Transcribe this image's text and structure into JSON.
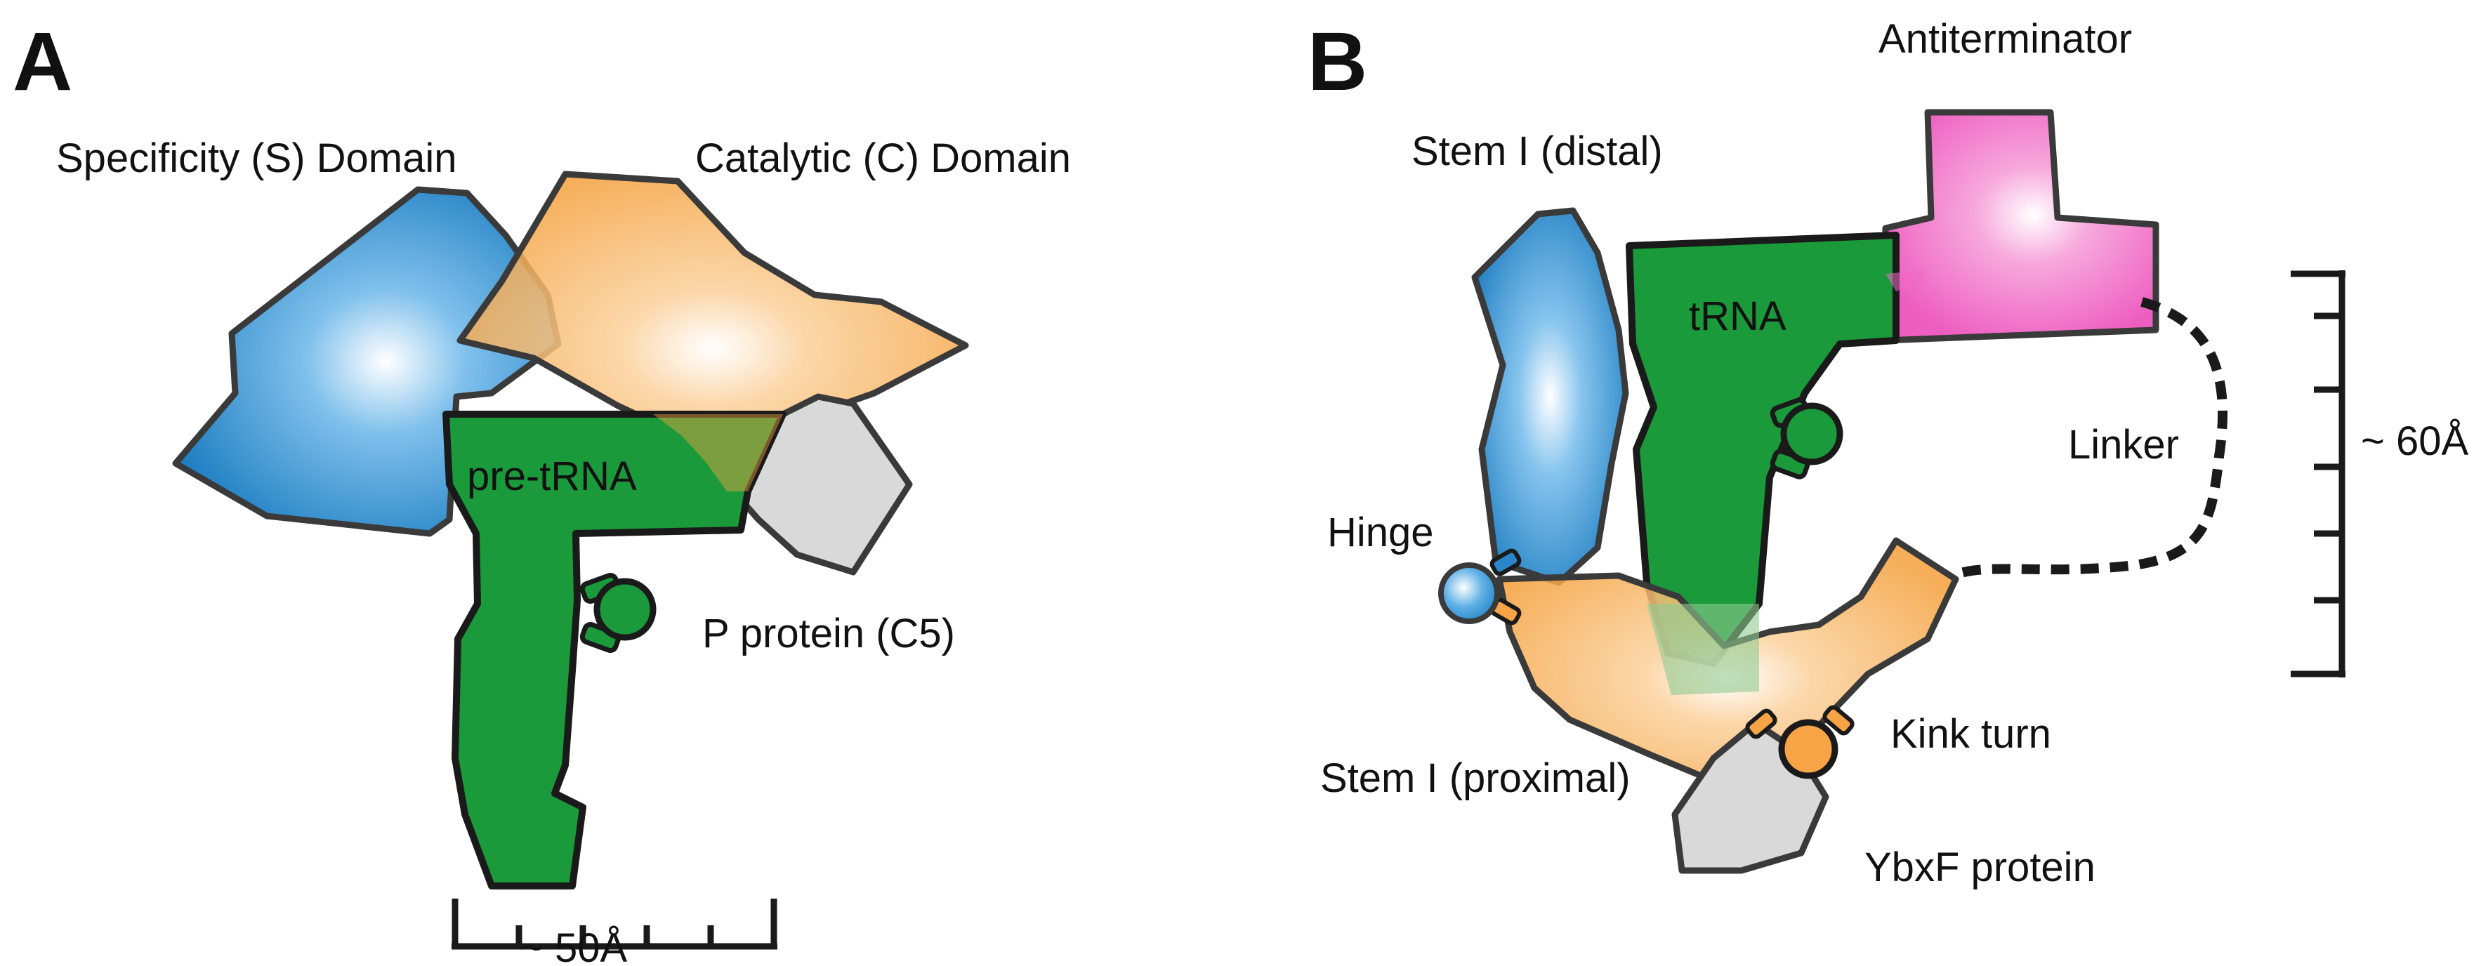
{
  "panel_a": {
    "letter": "A",
    "labels": {
      "specificity_domain": "Specificity (S) Domain",
      "catalytic_domain": "Catalytic (C) Domain",
      "pre_trna": "pre-tRNA",
      "p_protein": "P protein (C5)",
      "scale": "~ 50Å"
    }
  },
  "panel_b": {
    "letter": "B",
    "labels": {
      "antiterminator": "Antiterminator",
      "stem_distal": "Stem I (distal)",
      "trna": "tRNA",
      "linker": "Linker",
      "hinge": "Hinge",
      "kink_turn": "Kink turn",
      "stem_proximal": "Stem I (proximal)",
      "ybxf_protein": "YbxF protein",
      "scale": "~ 60Å"
    }
  },
  "colors": {
    "specificity_blue": "#2a86c8",
    "catalytic_orange": "#f6a445",
    "trna_green": "#1a9a3a",
    "protein_gray": "#d9d9d9",
    "antiterminator_pink": "#f06ac4",
    "outline": "#3a3a3a"
  }
}
